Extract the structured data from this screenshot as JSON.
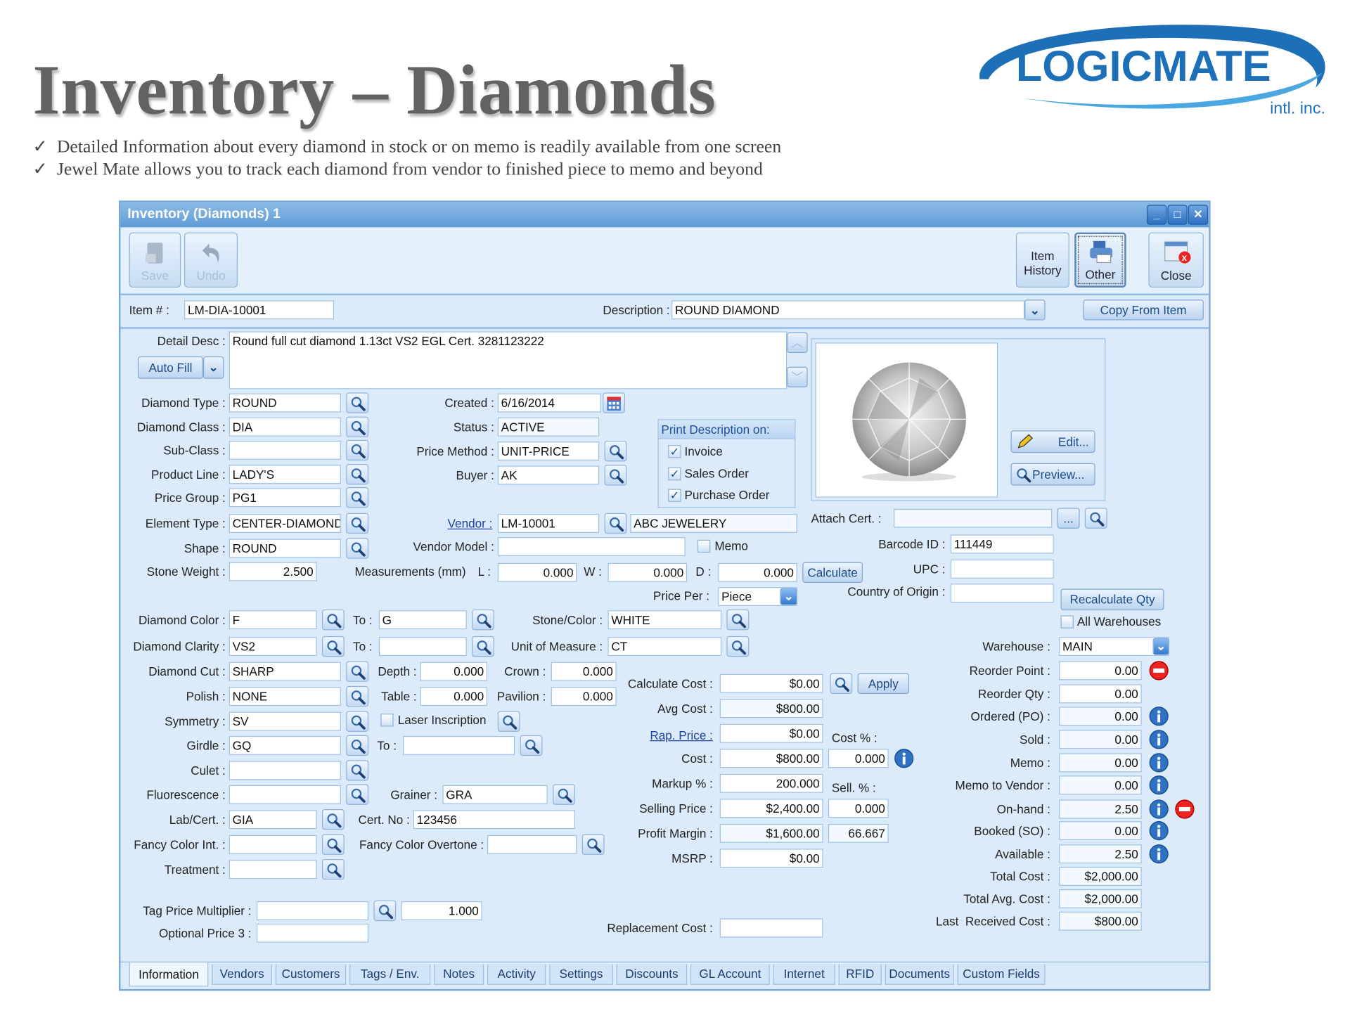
{
  "header": {
    "title": "Inventory – Diamonds",
    "bullets": [
      "Detailed Information about every diamond in stock or on memo is readily available from one screen",
      "Jewel Mate allows you to track each diamond from vendor to finished piece to memo and beyond"
    ],
    "check_glyph": "✓",
    "logo": {
      "name": "LOGICMATE",
      "sub": "intl. inc."
    }
  },
  "colors": {
    "accent": "#5e9bd6",
    "window_bg": "#dcebf9",
    "link": "#1f3fa8"
  },
  "window": {
    "title": "Inventory (Diamonds) 1",
    "toolbar": {
      "save": "Save",
      "undo": "Undo",
      "item_history_1": "Item",
      "item_history_2": "History",
      "other": "Other",
      "close": "Close"
    }
  },
  "top": {
    "item_label": "Item # :",
    "item_value": "LM-DIA-10001",
    "desc_label": "Description :",
    "desc_value": "ROUND DIAMOND",
    "copy_from": "Copy From Item"
  },
  "detail": {
    "label": "Detail Desc :",
    "value": "Round full cut diamond 1.13ct VS2 EGL Cert. 3281123222",
    "autofill": "Auto Fill"
  },
  "left": [
    {
      "label": "Diamond Type :",
      "value": "ROUND"
    },
    {
      "label": "Diamond Class :",
      "value": "DIA"
    },
    {
      "label": "Sub-Class :",
      "value": ""
    },
    {
      "label": "Product Line :",
      "value": "LADY'S"
    },
    {
      "label": "Price Group :",
      "value": "PG1"
    },
    {
      "label": "Element Type :",
      "value": "CENTER-DIAMOND"
    },
    {
      "label": "Shape :",
      "value": "ROUND"
    },
    {
      "label": "Stone Weight :",
      "value": "2.500"
    },
    {
      "label": "Diamond Color :",
      "value": "F"
    },
    {
      "label": "Diamond Clarity :",
      "value": "VS2"
    },
    {
      "label": "Diamond Cut :",
      "value": "SHARP"
    },
    {
      "label": "Polish :",
      "value": "NONE"
    },
    {
      "label": "Symmetry :",
      "value": "SV"
    },
    {
      "label": "Girdle :",
      "value": "GQ"
    },
    {
      "label": "Culet :",
      "value": ""
    },
    {
      "label": "Fluorescence :",
      "value": ""
    },
    {
      "label": "Lab/Cert. :",
      "value": "GIA"
    },
    {
      "label": "Fancy Color Int. :",
      "value": ""
    },
    {
      "label": "Treatment :",
      "value": ""
    },
    {
      "label": "Tag Price Multiplier :",
      "value": "",
      "value2": "1.000"
    },
    {
      "label": "Optional Price 3 :",
      "value": ""
    }
  ],
  "grading": {
    "to_color": {
      "label": "To :",
      "value": "G"
    },
    "to_clarity": {
      "label": "To :",
      "value": ""
    },
    "depth": {
      "label": "Depth :",
      "value": "0.000"
    },
    "crown": {
      "label": "Crown :",
      "value": "0.000"
    },
    "table": {
      "label": "Table :",
      "value": "0.000"
    },
    "pavilion": {
      "label": "Pavilion :",
      "value": "0.000"
    },
    "laser": {
      "label": "Laser Inscription",
      "checked": false
    },
    "girdle_to": {
      "label": "To :",
      "value": ""
    },
    "grainer": {
      "label": "Grainer :",
      "value": "GRA"
    },
    "cert_no": {
      "label": "Cert. No :",
      "value": "123456"
    },
    "overtone": {
      "label": "Fancy Color Overtone :",
      "value": ""
    }
  },
  "middle": {
    "created": {
      "label": "Created :",
      "value": "6/16/2014"
    },
    "status": {
      "label": "Status :",
      "value": "ACTIVE"
    },
    "price_method": {
      "label": "Price Method :",
      "value": "UNIT-PRICE"
    },
    "buyer": {
      "label": "Buyer :",
      "value": "AK"
    },
    "vendor": {
      "label": "Vendor :",
      "code": "LM-10001",
      "name": "ABC JEWELERY"
    },
    "vendor_model": {
      "label": "Vendor Model :",
      "value": ""
    },
    "memo": {
      "label": "Memo",
      "checked": false
    },
    "measurements": {
      "label": "Measurements (mm)",
      "l_label": "L :",
      "l": "0.000",
      "w_label": "W :",
      "w": "0.000",
      "d_label": "D :",
      "d": "0.000"
    },
    "calculate": "Calculate",
    "price_per": {
      "label": "Price Per :",
      "value": "Piece"
    },
    "stone_color": {
      "label": "Stone/Color :",
      "value": "WHITE"
    },
    "uom": {
      "label": "Unit of Measure :",
      "value": "CT"
    }
  },
  "print_desc": {
    "title": "Print Description on:",
    "options": [
      {
        "label": "Invoice",
        "checked": true
      },
      {
        "label": "Sales Order",
        "checked": true
      },
      {
        "label": "Purchase Order",
        "checked": true
      }
    ]
  },
  "cost": {
    "calculate_cost": {
      "label": "Calculate Cost :",
      "value": "$0.00"
    },
    "apply": "Apply",
    "avg_cost": {
      "label": "Avg Cost :",
      "value": "$800.00"
    },
    "rap_price": {
      "label": "Rap. Price :",
      "value": "$0.00"
    },
    "cost_pct_label": "Cost % :",
    "cost": {
      "label": "Cost :",
      "value": "$800.00",
      "pct": "0.000"
    },
    "markup": {
      "label": "Markup % :",
      "value": "200.000"
    },
    "sell_pct_label": "Sell. % :",
    "selling_price": {
      "label": "Selling Price :",
      "value": "$2,400.00",
      "pct": "0.000"
    },
    "profit_margin": {
      "label": "Profit Margin :",
      "value": "$1,600.00",
      "pct": "66.667"
    },
    "msrp": {
      "label": "MSRP :",
      "value": "$0.00"
    },
    "replacement_cost": {
      "label": "Replacement Cost :",
      "value": ""
    }
  },
  "right": {
    "edit": "Edit...",
    "preview": "Preview...",
    "attach_cert": {
      "label": "Attach Cert. :",
      "value": "",
      "browse": "..."
    },
    "barcode": {
      "label": "Barcode ID :",
      "value": "111449"
    },
    "upc": {
      "label": "UPC :",
      "value": ""
    },
    "country": {
      "label": "Country of Origin :",
      "value": ""
    },
    "recalculate": "Recalculate Qty",
    "all_warehouses": {
      "label": "All Warehouses",
      "checked": false
    },
    "warehouse": {
      "label": "Warehouse :",
      "value": "MAIN"
    },
    "qty": [
      {
        "label": "Reorder Point :",
        "value": "0.00"
      },
      {
        "label": "Reorder Qty :",
        "value": "0.00"
      },
      {
        "label": "Ordered (PO) :",
        "value": "0.00"
      },
      {
        "label": "Sold :",
        "value": "0.00"
      },
      {
        "label": "Memo :",
        "value": "0.00"
      },
      {
        "label": "Memo to Vendor :",
        "value": "0.00"
      },
      {
        "label": "On-hand :",
        "value": "2.50"
      },
      {
        "label": "Booked (SO) :",
        "value": "0.00"
      },
      {
        "label": "Available :",
        "value": "2.50"
      },
      {
        "label": "Total Cost :",
        "value": "$2,000.00"
      },
      {
        "label": "Total Avg. Cost :",
        "value": "$2,000.00"
      },
      {
        "label": "Last  Received Cost :",
        "value": "$800.00"
      }
    ]
  },
  "tabs": [
    "Information",
    "Vendors",
    "Customers",
    "Tags / Env.",
    "Notes",
    "Activity",
    "Settings",
    "Discounts",
    "GL Account",
    "Internet",
    "RFID",
    "Documents",
    "Custom Fields"
  ],
  "active_tab": "Information"
}
